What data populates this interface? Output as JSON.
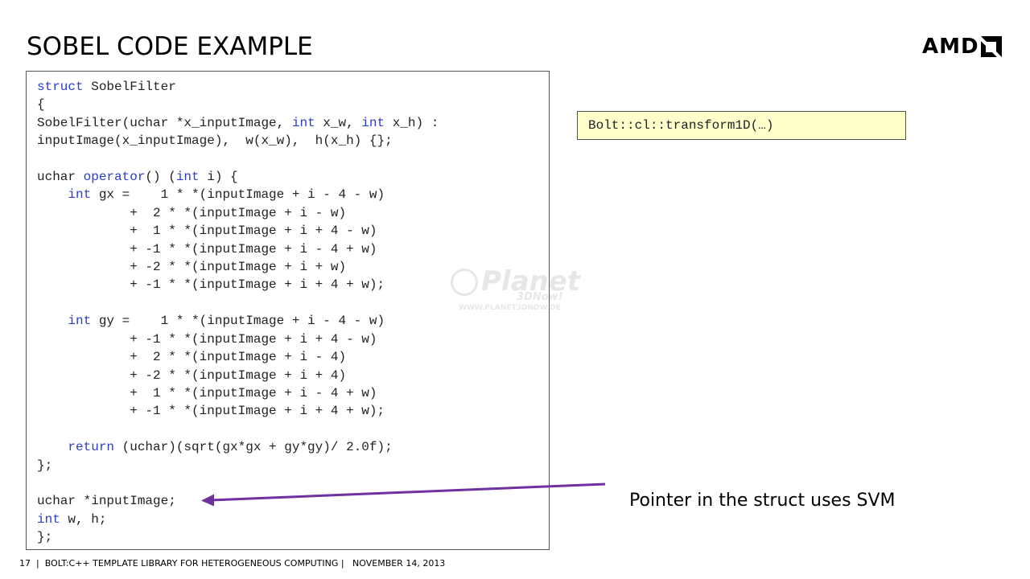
{
  "slide": {
    "title": "SOBEL CODE EXAMPLE",
    "logo_text": "AMD",
    "callout": "Pointer in the struct uses SVM",
    "bolt_call": "Bolt::cl::transform1D(…)",
    "footer": "17  |  BOLT:C++ TEMPLATE LIBRARY FOR HETEROGENEOUS COMPUTING |   NOVEMBER 14, 2013",
    "watermark": {
      "big": "Planet",
      "sub": "3DNow!",
      "url": "WWW.PLANET3DNOW.DE"
    }
  },
  "code": [
    [
      {
        "k": true,
        "t": "struct"
      },
      {
        "t": " SobelFilter"
      }
    ],
    [
      {
        "t": "{"
      }
    ],
    [
      {
        "t": "SobelFilter(uchar *x_inputImage, "
      },
      {
        "k": true,
        "t": "int"
      },
      {
        "t": " x_w, "
      },
      {
        "k": true,
        "t": "int"
      },
      {
        "t": " x_h) :"
      }
    ],
    [
      {
        "t": "inputImage(x_inputImage),  w(x_w),  h(x_h) {};"
      }
    ],
    [
      {
        "t": ""
      }
    ],
    [
      {
        "t": "uchar "
      },
      {
        "k": true,
        "t": "operator"
      },
      {
        "t": "() ("
      },
      {
        "k": true,
        "t": "int"
      },
      {
        "t": " i) {"
      }
    ],
    [
      {
        "t": "    "
      },
      {
        "k": true,
        "t": "int"
      },
      {
        "t": " gx =    1 * *(inputImage + i - 4 - w)"
      }
    ],
    [
      {
        "t": "            +  2 * *(inputImage + i - w)"
      }
    ],
    [
      {
        "t": "            +  1 * *(inputImage + i + 4 - w)"
      }
    ],
    [
      {
        "t": "            + -1 * *(inputImage + i - 4 + w)"
      }
    ],
    [
      {
        "t": "            + -2 * *(inputImage + i + w)"
      }
    ],
    [
      {
        "t": "            + -1 * *(inputImage + i + 4 + w);"
      }
    ],
    [
      {
        "t": ""
      }
    ],
    [
      {
        "t": "    "
      },
      {
        "k": true,
        "t": "int"
      },
      {
        "t": " gy =    1 * *(inputImage + i - 4 - w)"
      }
    ],
    [
      {
        "t": "            + -1 * *(inputImage + i + 4 - w)"
      }
    ],
    [
      {
        "t": "            +  2 * *(inputImage + i - 4)"
      }
    ],
    [
      {
        "t": "            + -2 * *(inputImage + i + 4)"
      }
    ],
    [
      {
        "t": "            +  1 * *(inputImage + i - 4 + w)"
      }
    ],
    [
      {
        "t": "            + -1 * *(inputImage + i + 4 + w);"
      }
    ],
    [
      {
        "t": ""
      }
    ],
    [
      {
        "t": "    "
      },
      {
        "k": true,
        "t": "return"
      },
      {
        "t": " (uchar)(sqrt(gx*gx + gy*gy)/ 2.0f);"
      }
    ],
    [
      {
        "t": "};"
      }
    ],
    [
      {
        "t": ""
      }
    ],
    [
      {
        "t": "uchar *inputImage;"
      }
    ],
    [
      {
        "k": true,
        "t": "int"
      },
      {
        "t": " w, h;"
      }
    ],
    [
      {
        "t": "};"
      }
    ]
  ],
  "colors": {
    "keyword": "#2b3ec8",
    "arrow": "#7030a0",
    "bolt_box_bg": "#ffffcc"
  }
}
